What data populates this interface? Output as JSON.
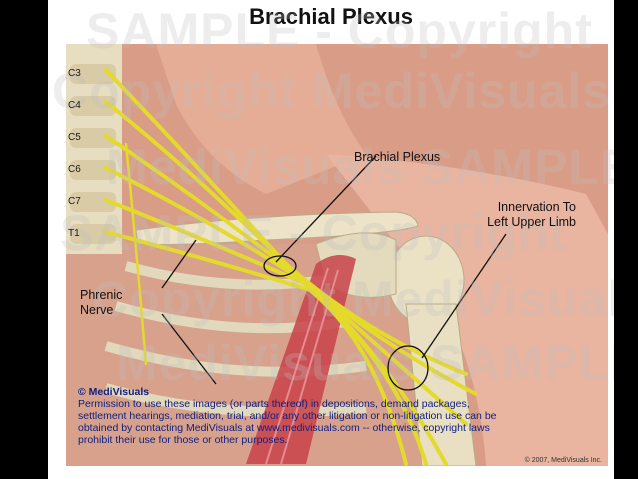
{
  "title": "Brachial Plexus",
  "vertebrae": [
    "C3",
    "C4",
    "C5",
    "C6",
    "C7",
    "T1"
  ],
  "callouts": {
    "brachial_plexus": "Brachial Plexus",
    "innervation_line1": "Innervation To",
    "innervation_line2": "Left Upper Limb",
    "phrenic_line1": "Phrenic",
    "phrenic_line2": "Nerve"
  },
  "credit": {
    "brand": "© MediVisuals",
    "line1": "Permission to use these images (or parts thereof) in depositions, demand packages,",
    "line2": "settlement hearings, mediation, trial, and/or any other litigation or non-litigation use can be",
    "line3": "obtained by contacting MediVisuals at www.medivisuals.com -- otherwise, copyright laws",
    "line4": "prohibit their use for those or other purposes."
  },
  "year_note": "© 2007, MediVisuals Inc.",
  "watermark": {
    "line1": "SAMPLE - Copyright",
    "line2": "Copyright MediVisuals",
    "line3": "MediVisuals SAMPLE",
    "line4": "SAMPLE - Copyright",
    "line5": "Copyright MediVisuals",
    "line6": "MediVisuals SAMPLE"
  },
  "colors": {
    "skin": "#e9b49e",
    "bone": "#e9dfc4",
    "nerve": "#e3da2c",
    "muscle": "#c8424a",
    "credit_text": "#13207f"
  }
}
